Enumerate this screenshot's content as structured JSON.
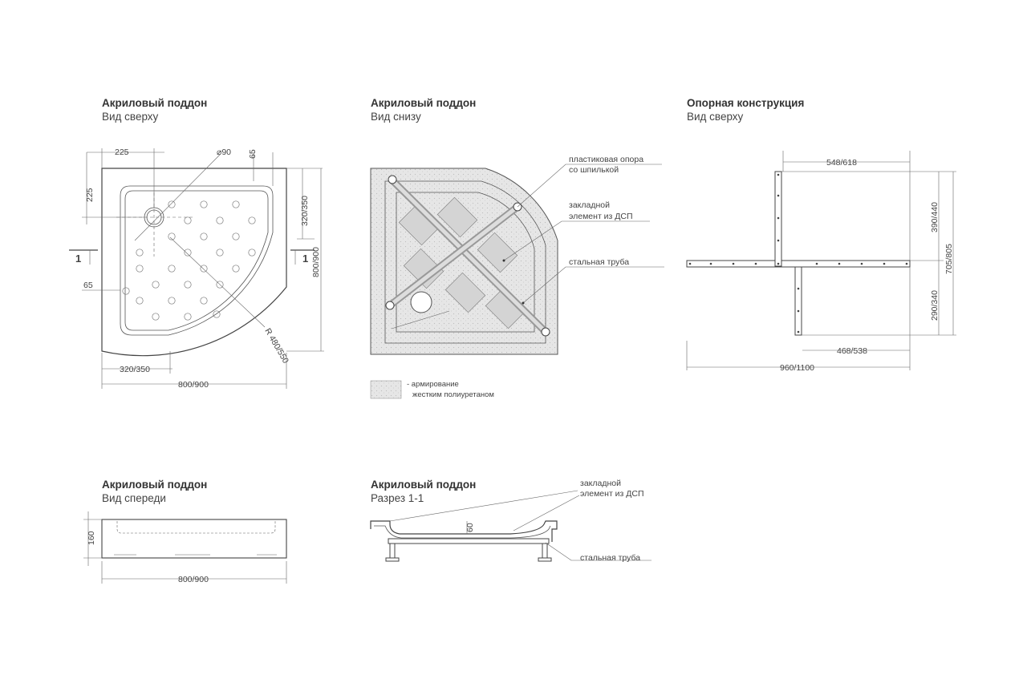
{
  "panels": {
    "top": {
      "title": "Акриловый поддон",
      "subtitle": "Вид сверху"
    },
    "bottom": {
      "title": "Акриловый поддон",
      "subtitle": "Вид снизу"
    },
    "frame": {
      "title": "Опорная конструкция",
      "subtitle": "Вид сверху"
    },
    "front": {
      "title": "Акриловый поддон",
      "subtitle": "Вид спереди"
    },
    "section": {
      "title": "Акриловый поддон",
      "subtitle": "Разрез 1-1"
    }
  },
  "top_dims": {
    "d225_top": "225",
    "d90": "⌀90",
    "d65_top": "65",
    "d225_left": "225",
    "d320_350_right": "320/350",
    "d800_900_right": "800/900",
    "d65_left": "65",
    "radius": "R 480/550",
    "d320_350_bottom": "320/350",
    "d800_900_bottom": "800/900",
    "section_mark": "1"
  },
  "bottom_labels": {
    "support_1": "пластиковая опора",
    "support_2": "со шпилькой",
    "insert_1": "закладной",
    "insert_2": "элемент из ДСП",
    "pipe": "стальная труба",
    "legend_1": "- армирование",
    "legend_2": "жестким полиуретаном"
  },
  "frame_dims": {
    "d548_618": "548/618",
    "d390_440": "390/440",
    "d705_805": "705/805",
    "d290_340": "290/340",
    "d468_538": "468/538",
    "d960_1100": "960/1100"
  },
  "front_dims": {
    "d160": "160",
    "d800_900": "800/900"
  },
  "section_labels": {
    "insert_1": "закладной",
    "insert_2": "элемент из ДСП",
    "d60": "60",
    "pipe": "стальная труба"
  }
}
